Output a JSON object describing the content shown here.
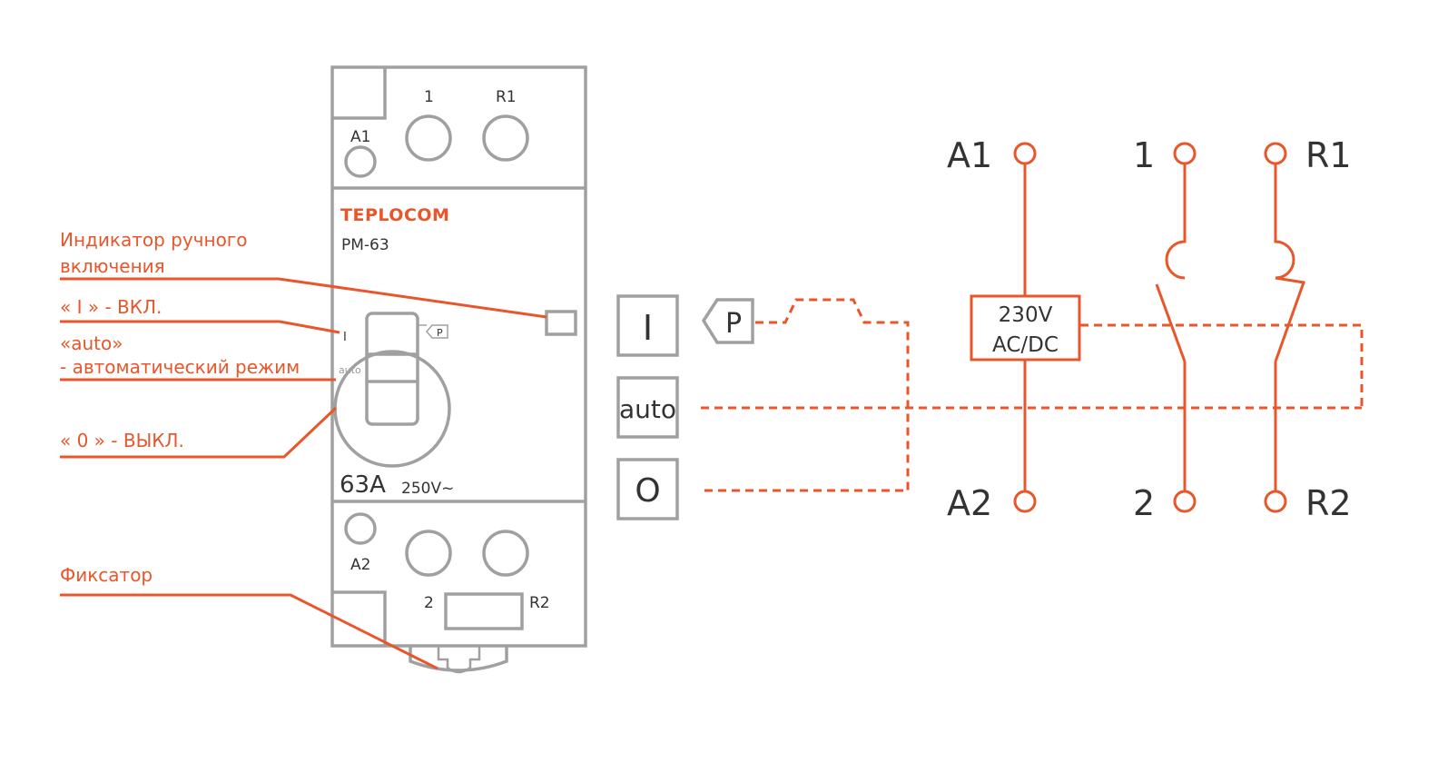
{
  "device": {
    "brand": "TEPLOCOM",
    "model": "PM-63",
    "current": "63A",
    "voltage": "250V~",
    "top_terminals": {
      "a1": "A1",
      "t1": "1",
      "r1": "R1"
    },
    "bottom_terminals": {
      "a2": "A2",
      "t2": "2",
      "r2": "R2"
    },
    "switch_marks": {
      "on": "I",
      "p": "P",
      "auto": "auto"
    }
  },
  "labels": {
    "indicator_line1": "Индикатор ручного",
    "indicator_line2": "включения",
    "on": "« I » - ВКЛ.",
    "auto_line1": "«auto»",
    "auto_line2": "- автоматический режим",
    "off": "« 0 » - ВЫКЛ.",
    "latch": "Фиксатор"
  },
  "buttons": {
    "on": "I",
    "p": "P",
    "auto": "auto",
    "off": "O"
  },
  "schematic": {
    "a1": "A1",
    "t1": "1",
    "r1": "R1",
    "a2": "A2",
    "t2": "2",
    "r2": "R2",
    "coil_line1": "230V",
    "coil_line2": "AC/DC"
  },
  "colors": {
    "accent": "#e8562a",
    "outline": "#a0a0a0",
    "text": "#333333"
  }
}
